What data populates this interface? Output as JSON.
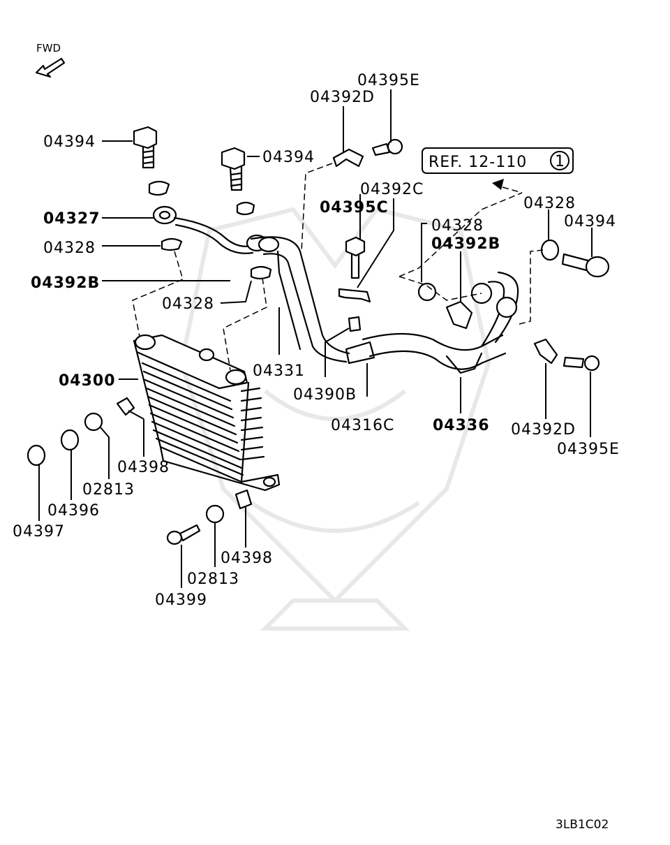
{
  "diagram": {
    "fwd_label": "FWD",
    "ref_label": "REF. 12-110",
    "ref_circle": "1",
    "code": "3LB1C02",
    "labels": {
      "l04395E_top": "04395E",
      "l04392D_top": "04392D",
      "l04394_a": "04394",
      "l04394_b": "04394",
      "l04392C": "04392C",
      "l04395C": "04395C",
      "l04328_r1": "04328",
      "l04394_r": "04394",
      "l04328_r2": "04328",
      "l04392B_r": "04392B",
      "l04327": "04327",
      "l04328_l": "04328",
      "l04392B_l": "04392B",
      "l04328_m": "04328",
      "l04331": "04331",
      "l04300": "04300",
      "l04390B": "04390B",
      "l04316C": "04316C",
      "l04336": "04336",
      "l04392D_r": "04392D",
      "l04395E_r": "04395E",
      "l04398_a": "04398",
      "l02813_a": "02813",
      "l04396": "04396",
      "l04397": "04397",
      "l04398_b": "04398",
      "l02813_b": "02813",
      "l04399": "04399"
    }
  }
}
